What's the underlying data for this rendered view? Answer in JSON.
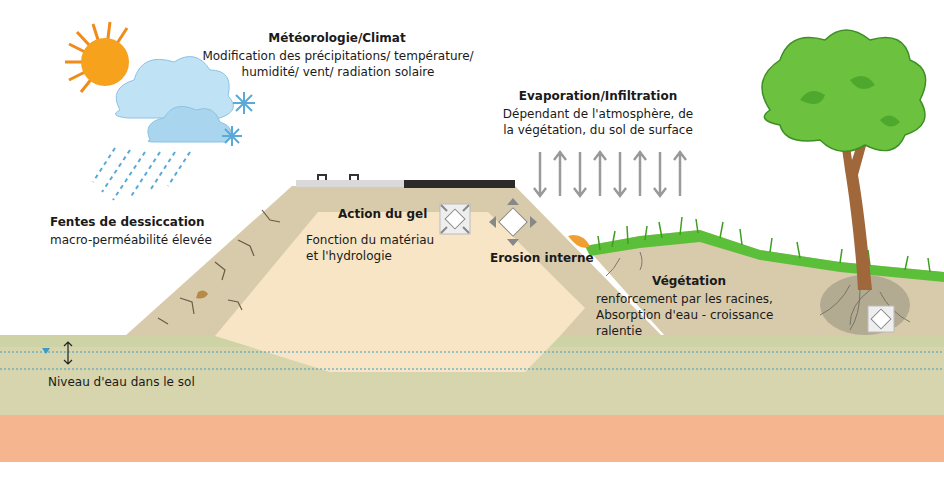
{
  "diagram": {
    "labels": [
      "Météorologie/Climat",
      "Modification des précipitations/ température/ humidité/ vent/ radiation solaire",
      "Evaporation/Infiltration",
      "Dépendant de l'atmosphère, de la végétation, du sol de surface",
      "Fentes de dessiccation",
      "macro-perméabilité élevée",
      "Action du gel",
      "Fonction du matériau et l'hydrologie",
      "Erosion interne",
      "Végétation",
      "renforcement par les racines, Absorption d'eau - croissance ralentie",
      "Niveau d'eau dans le sol"
    ]
  }
}
